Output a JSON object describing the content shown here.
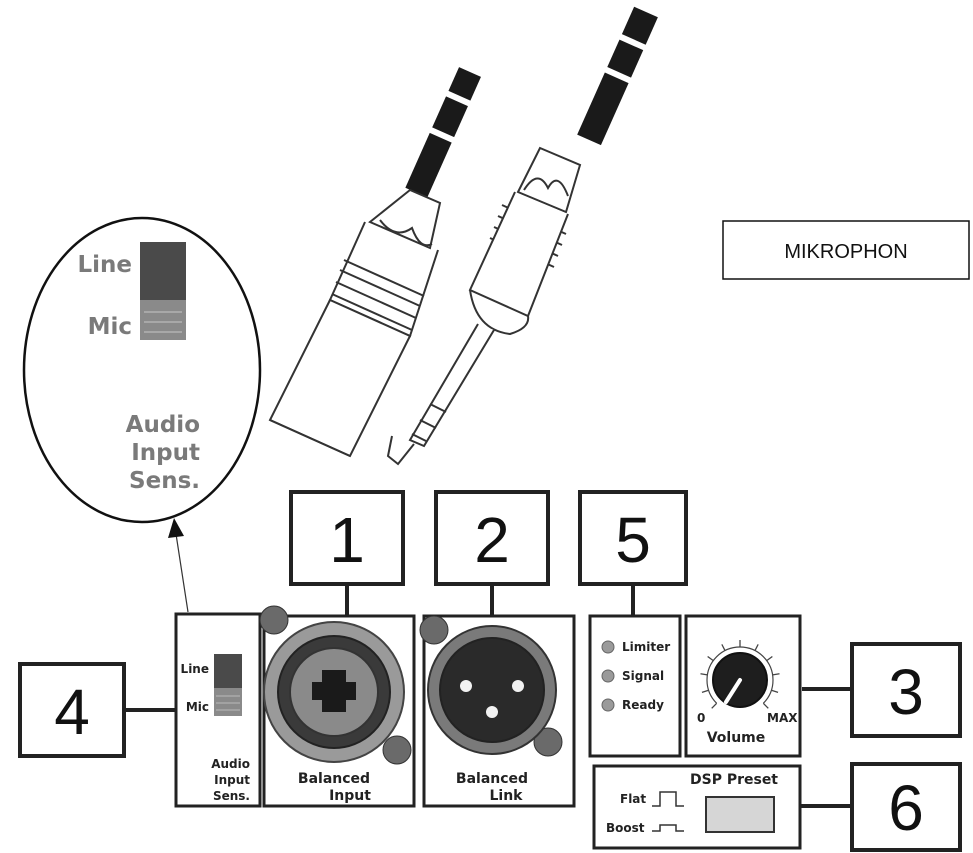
{
  "mikrophon_label": "MIKROPHON",
  "callouts": {
    "c1": "1",
    "c2": "2",
    "c3": "3",
    "c4": "4",
    "c5": "5",
    "c6": "6"
  },
  "zoom": {
    "line": "Line",
    "mic": "Mic",
    "title_line1": "Audio",
    "title_line2": "Input",
    "title_line3": "Sens."
  },
  "panel": {
    "switch_line": "Line",
    "switch_mic": "Mic",
    "sens_line1": "Audio",
    "sens_line2": "Input",
    "sens_line3": "Sens.",
    "balanced_input_line1": "Balanced",
    "balanced_input_line2": "Input",
    "balanced_link_line1": "Balanced",
    "balanced_link_line2": "Link",
    "led_limiter": "Limiter",
    "led_signal": "Signal",
    "led_ready": "Ready",
    "volume_min": "0",
    "volume_max": "MAX",
    "volume_label": "Volume",
    "dsp_title": "DSP Preset",
    "dsp_flat": "Flat",
    "dsp_boost": "Boost"
  },
  "colors": {
    "line": "#111111",
    "led": "#9a9a9a",
    "switch_dark": "#4a4a4a",
    "switch_light": "#8a8a8a",
    "zoom_text": "#7a7a7a"
  }
}
